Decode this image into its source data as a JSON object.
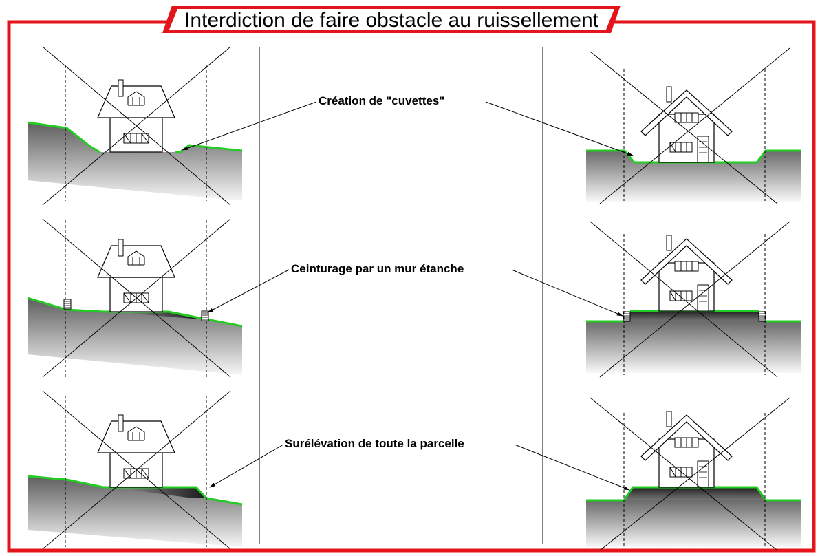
{
  "title": "Interdiction de faire obstacle au ruissellement",
  "labels": {
    "cuvettes": "Création de \"cuvettes\"",
    "ceinturage": "Ceinturage par un mur étanche",
    "surelevation": "Surélévation de toute la parcelle"
  },
  "colors": {
    "frame": "#e4141b",
    "ground_line": "#22cc22",
    "ink": "#000000"
  },
  "panels": [
    {
      "side": "left",
      "house": "alsatian",
      "case": "cuvette"
    },
    {
      "side": "left",
      "house": "alsatian",
      "case": "wall"
    },
    {
      "side": "left",
      "house": "alsatian",
      "case": "raised"
    },
    {
      "side": "right",
      "house": "chalet",
      "case": "cuvette"
    },
    {
      "side": "right",
      "house": "chalet",
      "case": "wall"
    },
    {
      "side": "right",
      "house": "chalet",
      "case": "raised"
    }
  ]
}
